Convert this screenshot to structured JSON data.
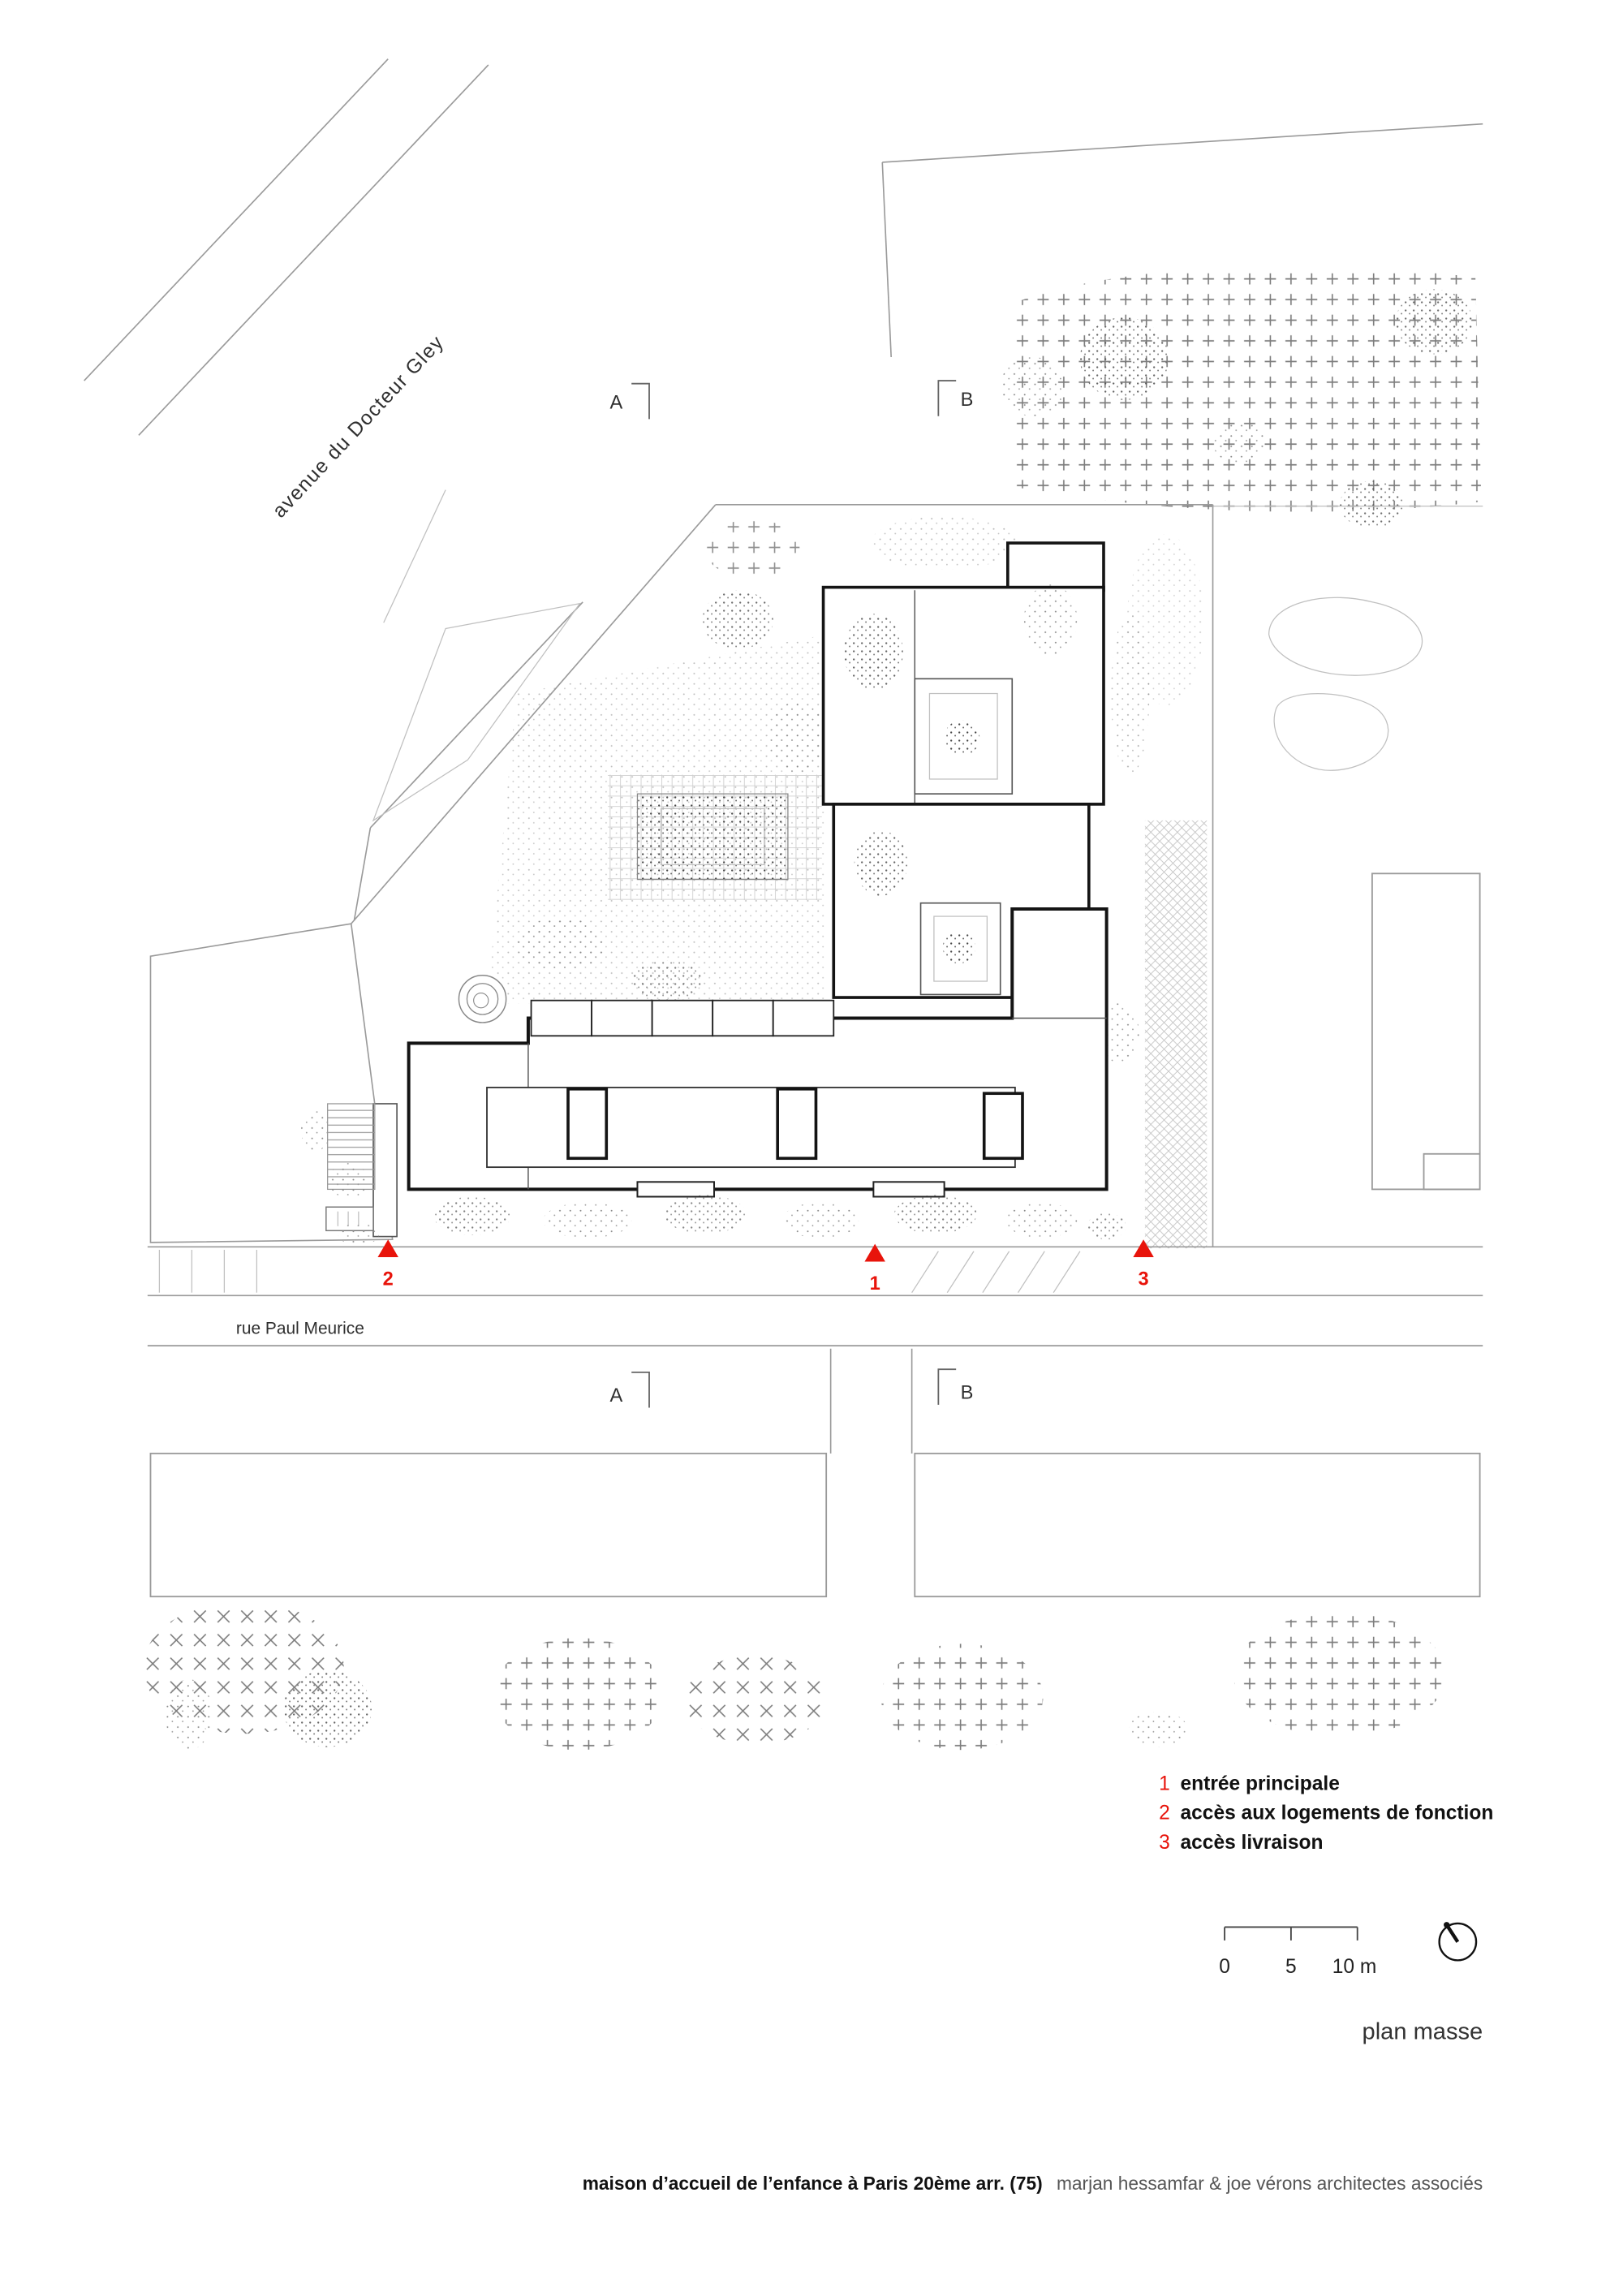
{
  "colors": {
    "accent_red": "#e8140b",
    "ink": "#141414",
    "light_line": "#9a9a9a"
  },
  "avenue_label": "avenue du Docteur Gley",
  "rue_label": "rue Paul Meurice",
  "sections": {
    "a": "A",
    "b": "B"
  },
  "site_markers": {
    "m1": "1",
    "m2": "2",
    "m3": "3"
  },
  "legend": {
    "items": [
      {
        "num": "1",
        "label": "entrée principale"
      },
      {
        "num": "2",
        "label": "accès aux logements de fonction"
      },
      {
        "num": "3",
        "label": "accès livraison"
      }
    ]
  },
  "scale_bar": {
    "t0": "0",
    "t5": "5",
    "t10": "10 m"
  },
  "caption": "plan masse",
  "footer": {
    "project": "maison d’accueil de l’enfance à Paris 20ème arr. (75)",
    "architects": "marjan hessamfar & joe vérons architectes associés"
  }
}
